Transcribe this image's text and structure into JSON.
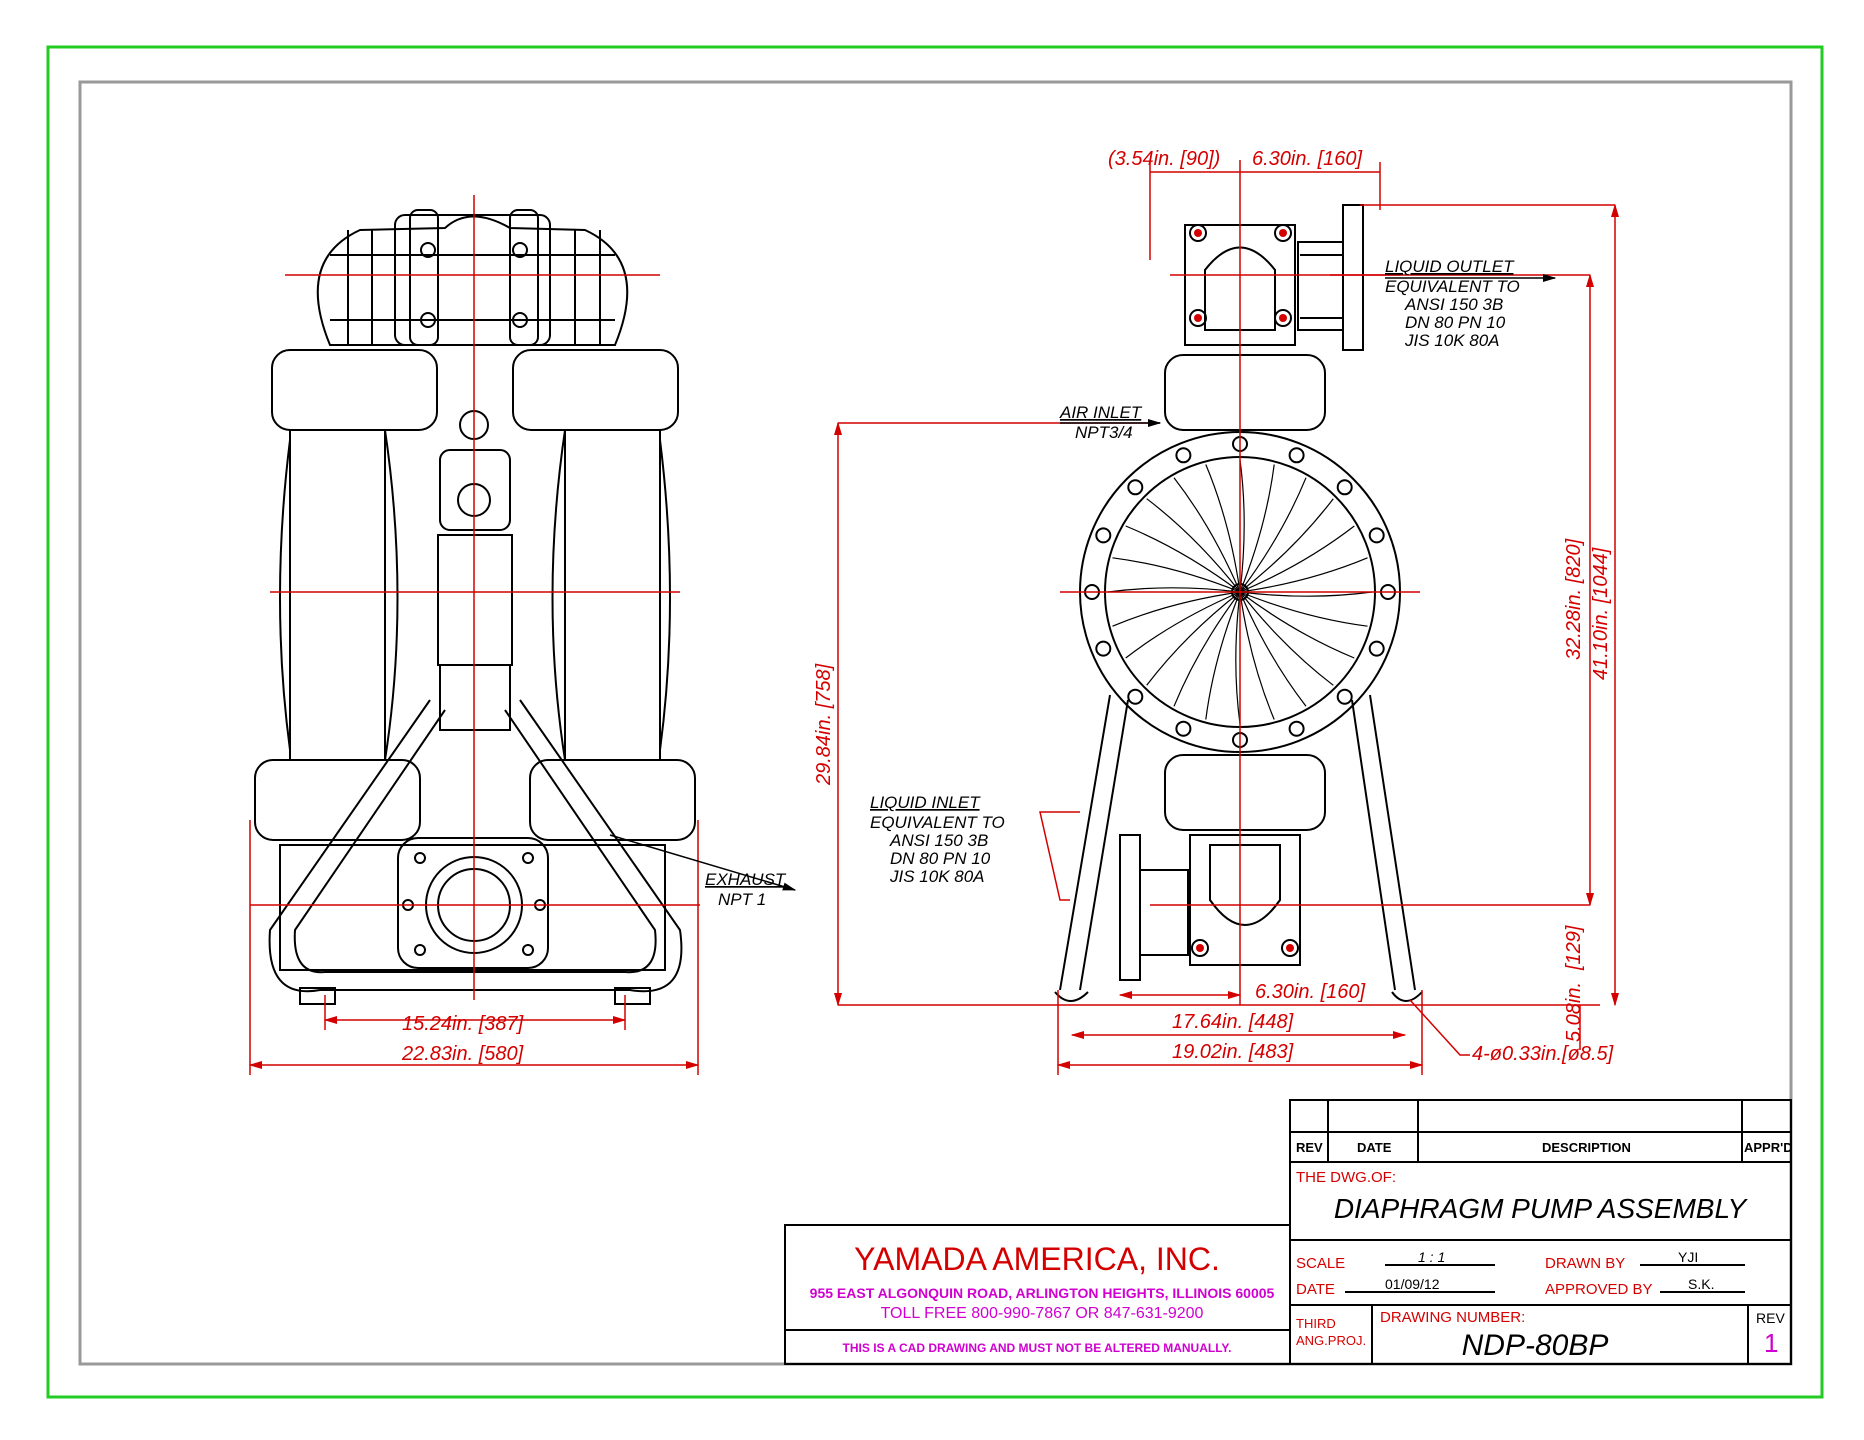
{
  "colors": {
    "frame_outer": "#22cc22",
    "frame_inner": "#999999",
    "dimension": "#d40000",
    "linework": "#000000",
    "company": "#d40000",
    "address": "#d000d0"
  },
  "dimensions": {
    "top_left": "(3.54in. [90])",
    "top_right": "6.30in. [160]",
    "mid_small": "6.30in. [160]",
    "front_inner_width": "15.24in. [387]",
    "front_outer_width": "22.83in. [580]",
    "side_inner_width": "17.64in. [448]",
    "side_outer_width": "19.02in. [483]",
    "air_inlet_height": "29.84in. [758]",
    "outlet_height": "32.28in. [820]",
    "total_height": "41.10in. [1044]",
    "inlet_height": "[129]",
    "foot_height": "5.08in.",
    "holes": "4-ø0.33in.[ø8.5]"
  },
  "notes": {
    "outlet": {
      "title": "LIQUID OUTLET",
      "lines": [
        "EQUIVALENT TO",
        "ANSI 150 3B",
        "DN 80 PN 10",
        "JIS 10K 80A"
      ]
    },
    "inlet": {
      "title": "LIQUID INLET",
      "lines": [
        "EQUIVALENT TO",
        "ANSI 150 3B",
        "DN 80 PN 10",
        "JIS 10K 80A"
      ]
    },
    "air": {
      "title": "AIR INLET",
      "size": "NPT3/4"
    },
    "exhaust": {
      "title": "EXHAUST",
      "size": "NPT 1"
    }
  },
  "title_block": {
    "rev_header": "REV",
    "date_header": "DATE",
    "description_header": "DESCRIPTION",
    "apprd_header": "APPR'D",
    "dwg_of_label": "THE DWG.OF:",
    "dwg_title": "DIAPHRAGM PUMP ASSEMBLY",
    "company": "YAMADA AMERICA, INC.",
    "address": "955 EAST ALGONQUIN ROAD, ARLINGTON HEIGHTS, ILLINOIS 60005",
    "phone": "TOLL FREE 800-990-7867 OR 847-631-9200",
    "notice": "THIS IS A CAD DRAWING AND MUST NOT BE ALTERED MANUALLY.",
    "scale_label": "SCALE",
    "scale_value": "1 : 1",
    "date_label": "DATE",
    "date_value": "01/09/12",
    "drawn_label": "DRAWN BY",
    "drawn_value": "YJI",
    "approved_label": "APPROVED BY",
    "approved_value": "S.K.",
    "projection_1": "THIRD",
    "projection_2": "ANG.PROJ.",
    "drawing_number_label": "DRAWING NUMBER:",
    "drawing_number": "NDP-80BP",
    "rev_label": "REV",
    "rev_value": "1"
  }
}
